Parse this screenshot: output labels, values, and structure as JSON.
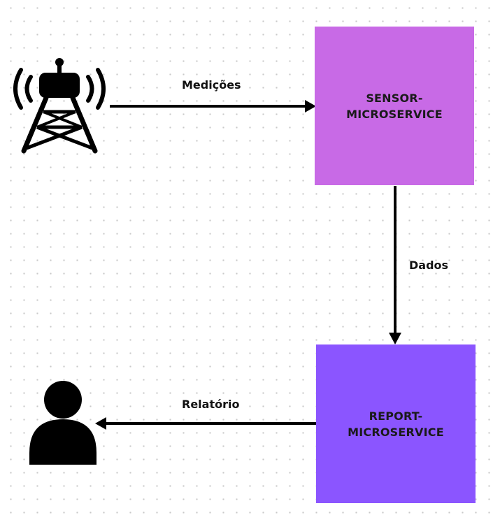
{
  "nodes": {
    "sensor": {
      "label": "SENSOR-MICROSERVICE",
      "color": "#c86ae6"
    },
    "report": {
      "label": "REPORT-MICROSERVICE",
      "color": "#8b55ff"
    }
  },
  "edges": {
    "medicoes": {
      "label": "Medições"
    },
    "dados": {
      "label": "Dados"
    },
    "relatorio": {
      "label": "Relatório"
    }
  },
  "icons": {
    "tower": "radio-tower-icon",
    "user": "user-icon"
  },
  "colors": {
    "line": "#000000"
  }
}
